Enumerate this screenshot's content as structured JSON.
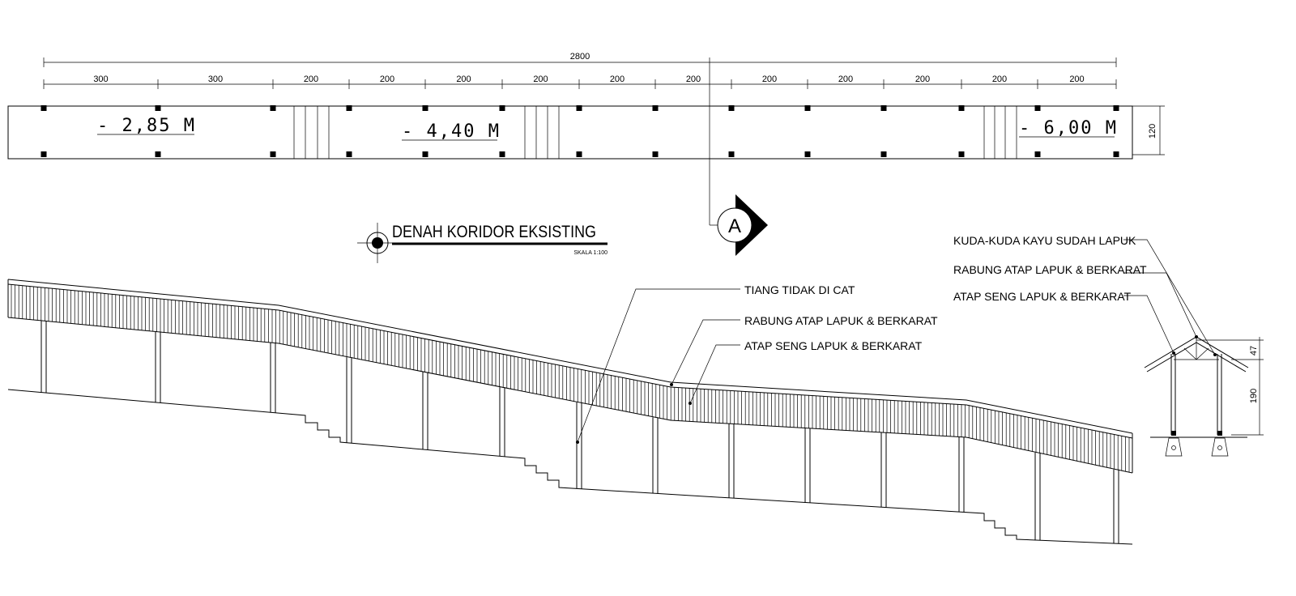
{
  "plan": {
    "overall_dimension": "2800",
    "segment_dimensions": [
      "300",
      "300",
      "200",
      "200",
      "200",
      "200",
      "200",
      "200",
      "200",
      "200",
      "200",
      "200",
      "200"
    ],
    "width_dimension": "120",
    "levels": [
      "- 2,85  M",
      "- 4,40  M",
      "- 6,00  M"
    ],
    "title": "DENAH KORIDOR EKSISTING",
    "scale": "SKALA 1:100",
    "section_marker": "A"
  },
  "elevation": {
    "notes": {
      "pillar": "TIANG TIDAK DI CAT",
      "ridge": "RABUNG ATAP LAPUK & BERKARAT",
      "roof": "ATAP SENG LAPUK & BERKARAT"
    }
  },
  "section": {
    "notes": {
      "truss": "KUDA-KUDA KAYU SUDAH LAPUK",
      "ridge": "RABUNG ATAP LAPUK & BERKARAT",
      "roof": "ATAP SENG LAPUK & BERKARAT"
    },
    "dim_roof": "47",
    "dim_height": "190"
  }
}
